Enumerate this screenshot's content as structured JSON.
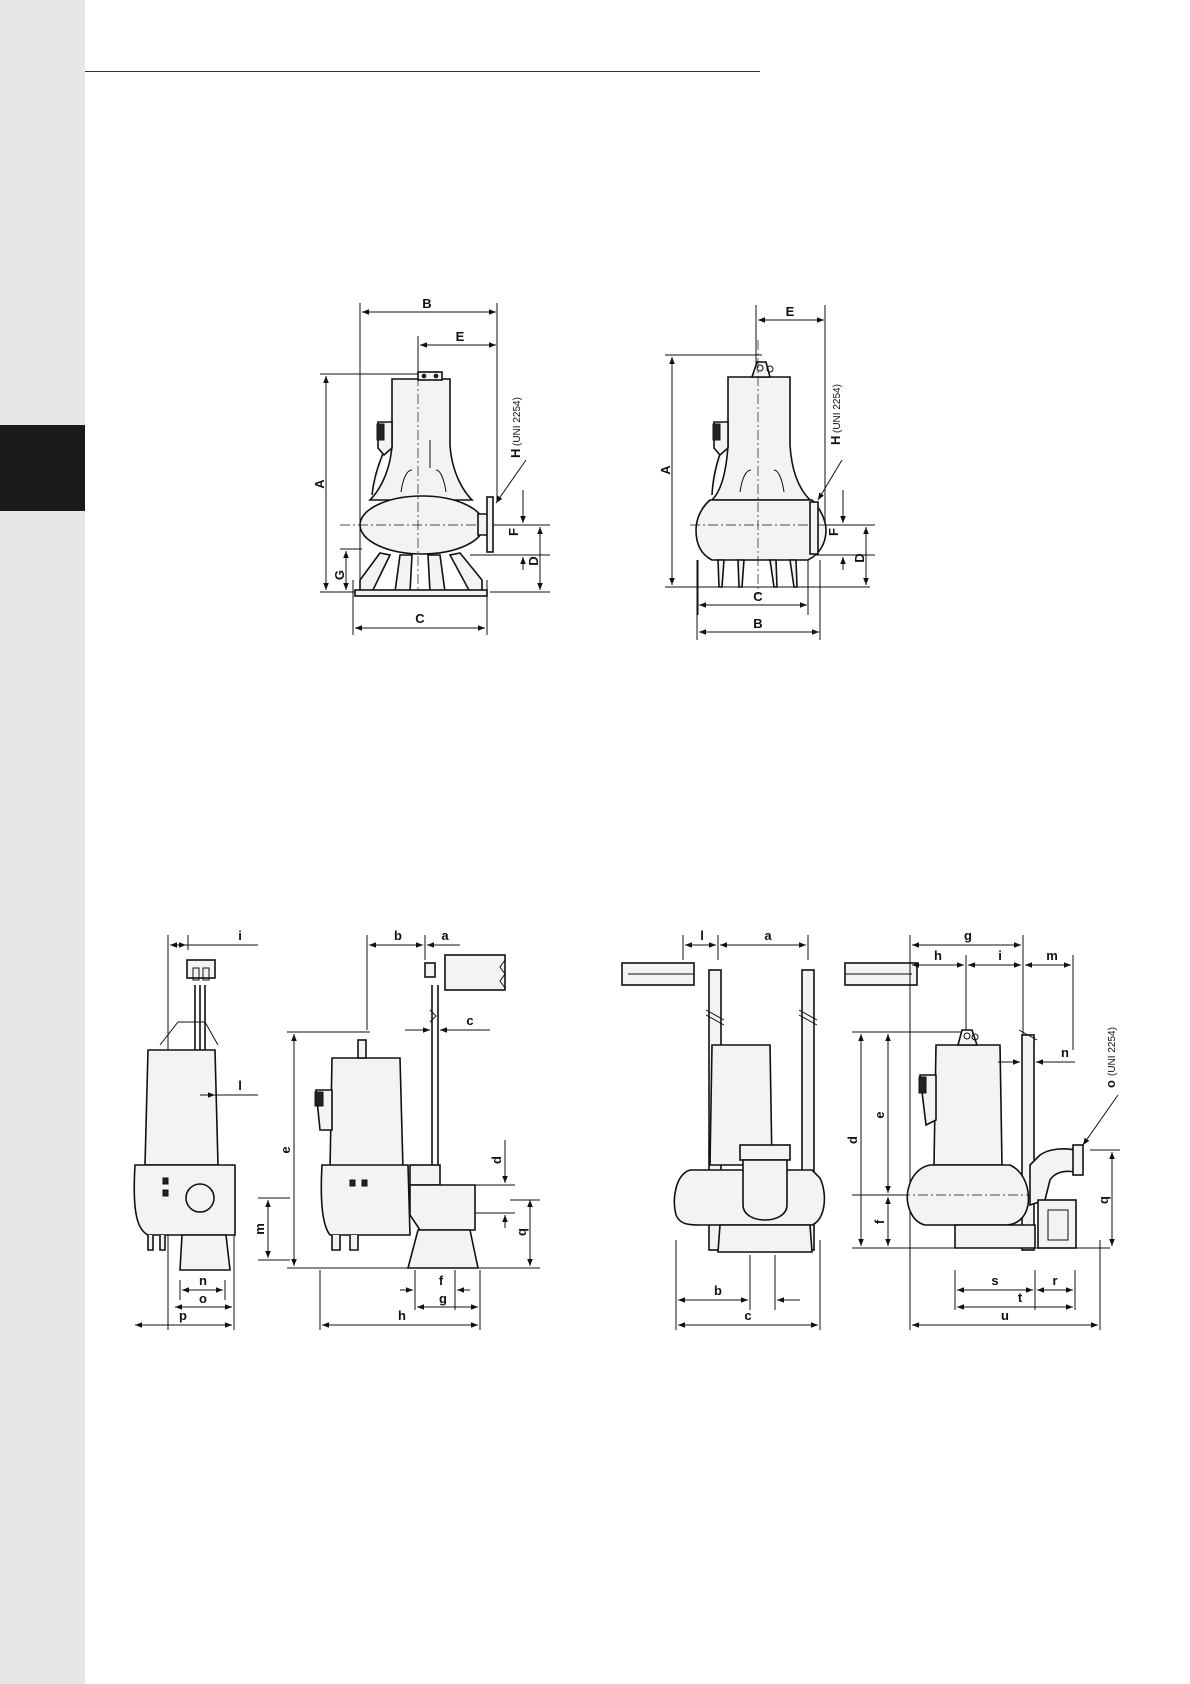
{
  "page": {
    "thumb_tab": "",
    "colors": {
      "margin_bar": "#e7e7e8",
      "thumb_tab": "#1a1a1a",
      "line": "#111111"
    }
  },
  "figure_top_left": {
    "labels": {
      "A": "A",
      "B": "B",
      "C": "C",
      "D": "D",
      "E": "E",
      "F": "F",
      "G": "G",
      "H": "H",
      "H_note": "(UNI 2254)"
    }
  },
  "figure_top_right": {
    "labels": {
      "A": "A",
      "B": "B",
      "C": "C",
      "D": "D",
      "E": "E",
      "F": "F",
      "H": "H",
      "H_note": "(UNI 2254)"
    }
  },
  "figure_bottom_left": {
    "labels": {
      "a": "a",
      "b": "b",
      "c": "c",
      "d": "d",
      "e": "e",
      "f": "f",
      "g": "g",
      "h": "h",
      "i": "i",
      "l": "l",
      "m": "m",
      "n": "n",
      "o": "o",
      "p": "p",
      "q": "q"
    }
  },
  "figure_bottom_right": {
    "labels": {
      "a": "a",
      "b": "b",
      "c": "c",
      "d": "d",
      "e": "e",
      "f": "f",
      "g": "g",
      "h": "h",
      "i": "i",
      "l": "l",
      "m": "m",
      "n": "n",
      "o": "o",
      "o_note": "(UNI 2254)",
      "q": "q",
      "r": "r",
      "s": "s",
      "t": "t",
      "u": "u"
    }
  }
}
